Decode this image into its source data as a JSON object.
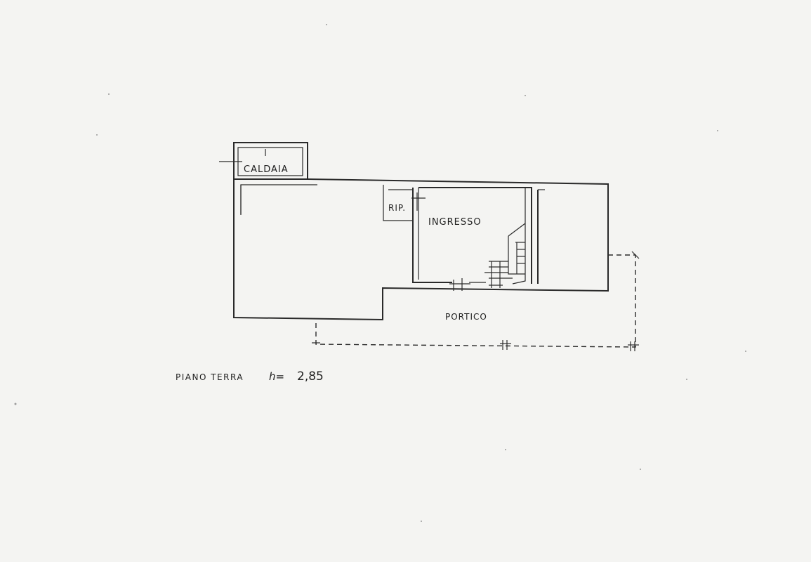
{
  "rooms": {
    "caldaia": "CALDAIA",
    "rip": "RIP.",
    "ingresso": "INGRESSO",
    "portico": "PORTICO"
  },
  "caption": {
    "floor": "PIANO TERRA",
    "height_label": "h=",
    "height_value": "2,85"
  },
  "colors": {
    "ink": "#2a2a2a",
    "paper": "#f4f4f2"
  }
}
